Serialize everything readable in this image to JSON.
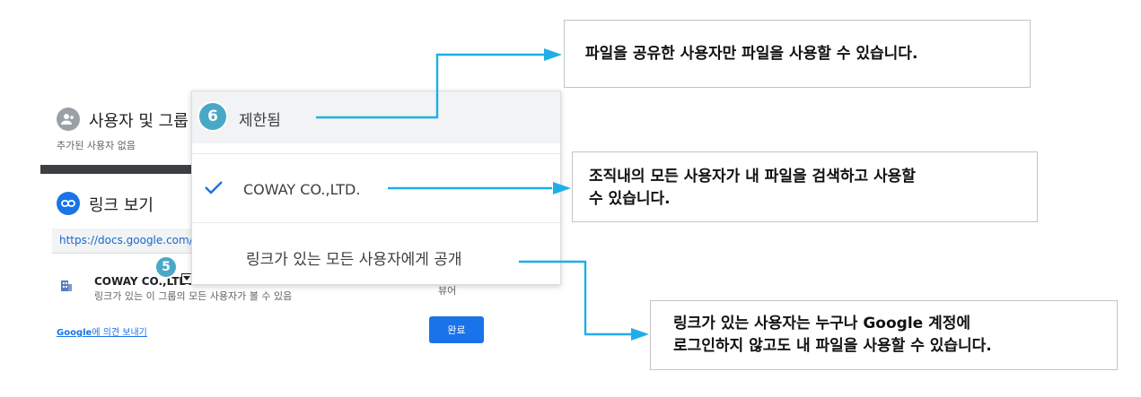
{
  "dialog": {
    "people_heading": "사용자 및 그룹",
    "no_users_added": "추가된 사용자 없음",
    "link_heading": "링크 보기",
    "link_url": "https://docs.google.com/sp",
    "org_name": "COWAY CO.,LTD.",
    "org_description": "링크가 있는 이 그룹의 모든 사용자가 볼 수 있음",
    "role_fragment": "뷰어",
    "feedback_brand": "Google",
    "feedback_text": "에 의견 보내기",
    "done_label": "완료"
  },
  "menu": {
    "items": [
      {
        "label": "제한됨",
        "selected": false
      },
      {
        "label": "COWAY CO.,LTD.",
        "selected": true
      },
      {
        "label": "링크가 있는 모든 사용자에게 공개",
        "selected": false
      }
    ]
  },
  "badges": {
    "step5": "5",
    "step6": "6"
  },
  "callouts": {
    "restricted": "파일을 공유한 사용자만 파일을 사용할 수 있습니다.",
    "org_line1": "조직내의 모든 사용자가 내 파일을 검색하고 사용할",
    "org_line2": "수 있습니다.",
    "public_line1": "링크가 있는 사용자는 누구나 Google 계정에",
    "public_line2": "로그인하지 않고도 내 파일을 사용할 수 있습니다."
  },
  "colors": {
    "accent": "#1a73e8",
    "badge": "#4aa8c7",
    "connector": "#1eaee8"
  }
}
